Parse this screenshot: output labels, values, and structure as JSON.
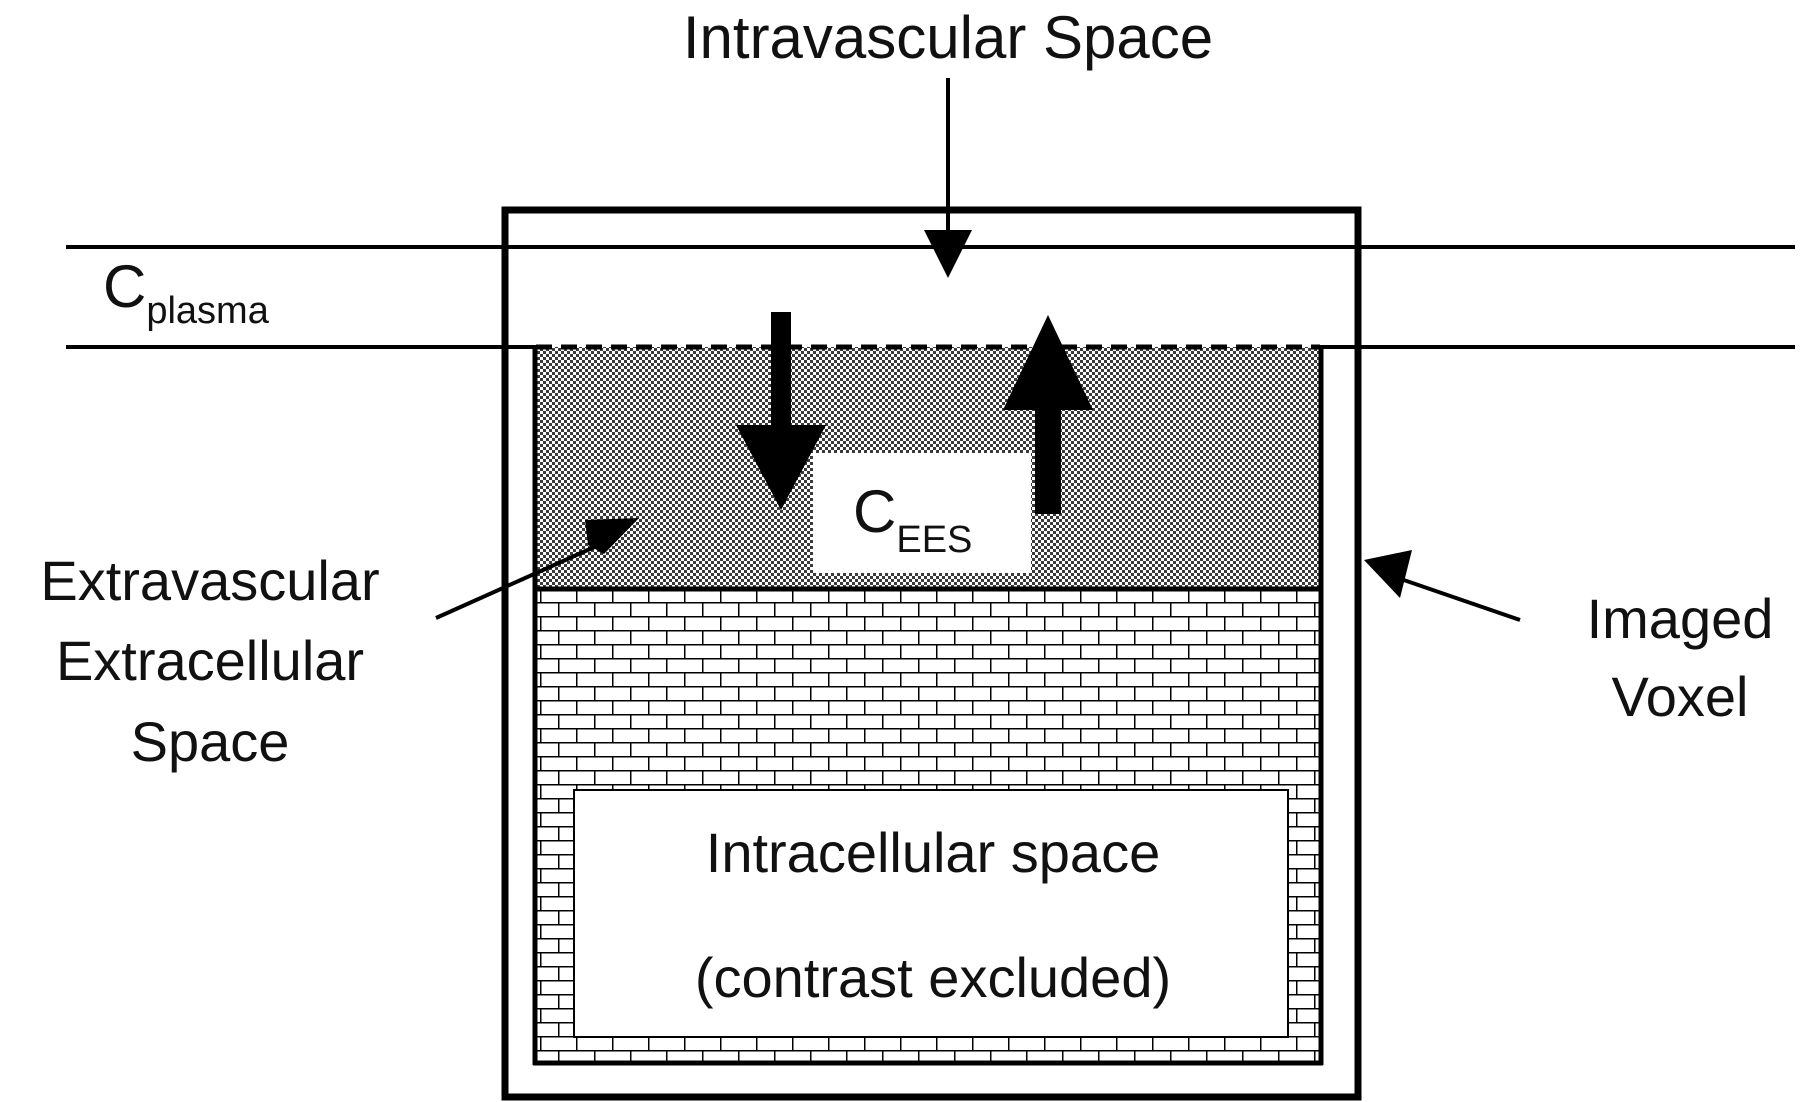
{
  "labels": {
    "intravascular": "Intravascular Space",
    "c_plasma_main": "C",
    "c_plasma_sub": "plasma",
    "c_ees_main": "C",
    "c_ees_sub": "EES",
    "ees_line1": "Extravascular",
    "ees_line2": "Extracellular",
    "ees_line3": "Space",
    "voxel_line1": "Imaged",
    "voxel_line2": "Voxel",
    "intracellular_line1": "Intracellular space",
    "intracellular_line2": "(contrast excluded)"
  },
  "colors": {
    "line": "#000000",
    "ees_fill": "#8c8c8c",
    "background": "#ffffff"
  }
}
